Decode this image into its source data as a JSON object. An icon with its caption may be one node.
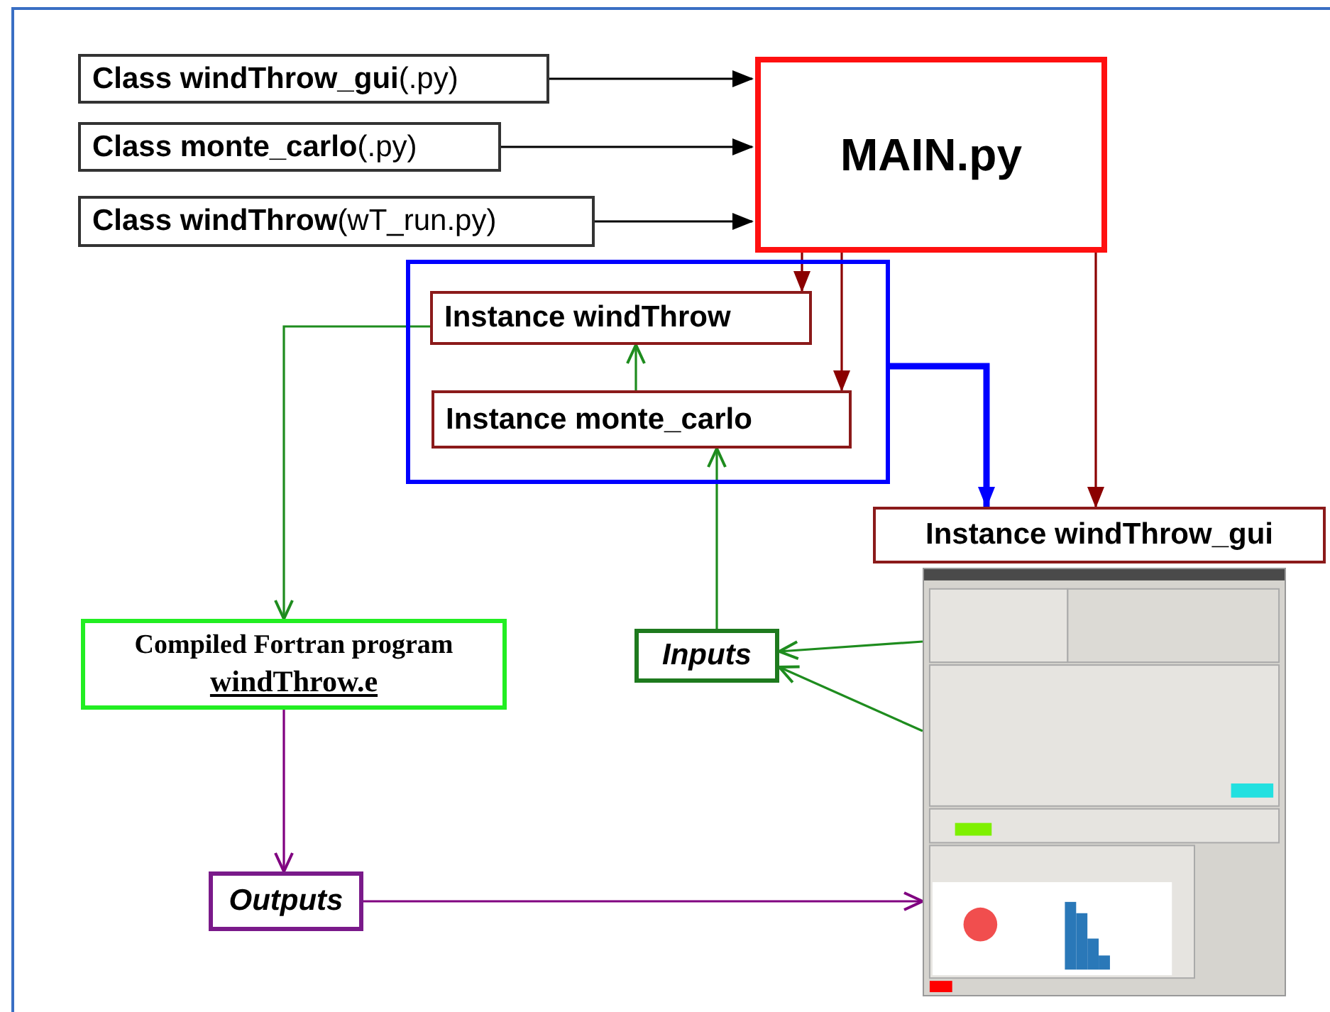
{
  "diagram": {
    "nodes": [
      {
        "text": [
          "**Class windThrow_gui**(.py)"
        ]
      },
      {
        "text": [
          "**Class monte_carlo**(.py)"
        ]
      },
      {
        "text": [
          "**Class windThrow**(wT_run.py)"
        ]
      },
      {
        "text": [
          "MAIN.py"
        ]
      },
      {
        "text": [],
        "shape": "box"
      },
      {
        "text": [
          "Instance windThrow"
        ],
        "in": 4
      },
      {
        "text": [
          "Instance monte_carlo"
        ],
        "in": 4
      },
      {
        "text": [
          "Instance windThrow_gui"
        ]
      },
      {
        "text": [],
        "shape": "picture"
      },
      {
        "text": [
          "Compiled Fortran program",
          "windThrow.e"
        ]
      },
      {
        "text": [
          "Inputs"
        ]
      },
      {
        "text": [
          "Outputs"
        ]
      }
    ],
    "edges": [
      {
        "from": 0,
        "to": 3,
        "arrow": "to",
        "color": "#000000"
      },
      {
        "from": 1,
        "to": 3,
        "arrow": "to",
        "color": "#000000"
      },
      {
        "from": 2,
        "to": 3,
        "arrow": "to",
        "color": "#000000"
      },
      {
        "from": 3,
        "to": 5,
        "arrow": "to",
        "color": "#8b0000"
      },
      {
        "from": 3,
        "to": 6,
        "arrow": "to",
        "color": "#8b0000"
      },
      {
        "from": 3,
        "to": 7,
        "arrow": "to",
        "color": "#8b0000"
      },
      {
        "from": 4,
        "to": 7,
        "arrow": "to",
        "style": "thick",
        "color": "#0000ff"
      },
      {
        "from": 6,
        "to": 5,
        "arrow": "to"
      },
      {
        "from": 10,
        "to": 6,
        "arrow": "to"
      },
      {
        "from": 8,
        "to": 10,
        "arrow": "to"
      },
      {
        "from": 8,
        "to": 10,
        "arrow": "to"
      },
      {
        "from": 5,
        "to": 9,
        "arrow": "to"
      },
      {
        "from": 9,
        "to": 11,
        "arrow": "to",
        "color": "#800080"
      },
      {
        "from": 11,
        "to": 8,
        "arrow": "to",
        "color": "#800080"
      }
    ]
  }
}
